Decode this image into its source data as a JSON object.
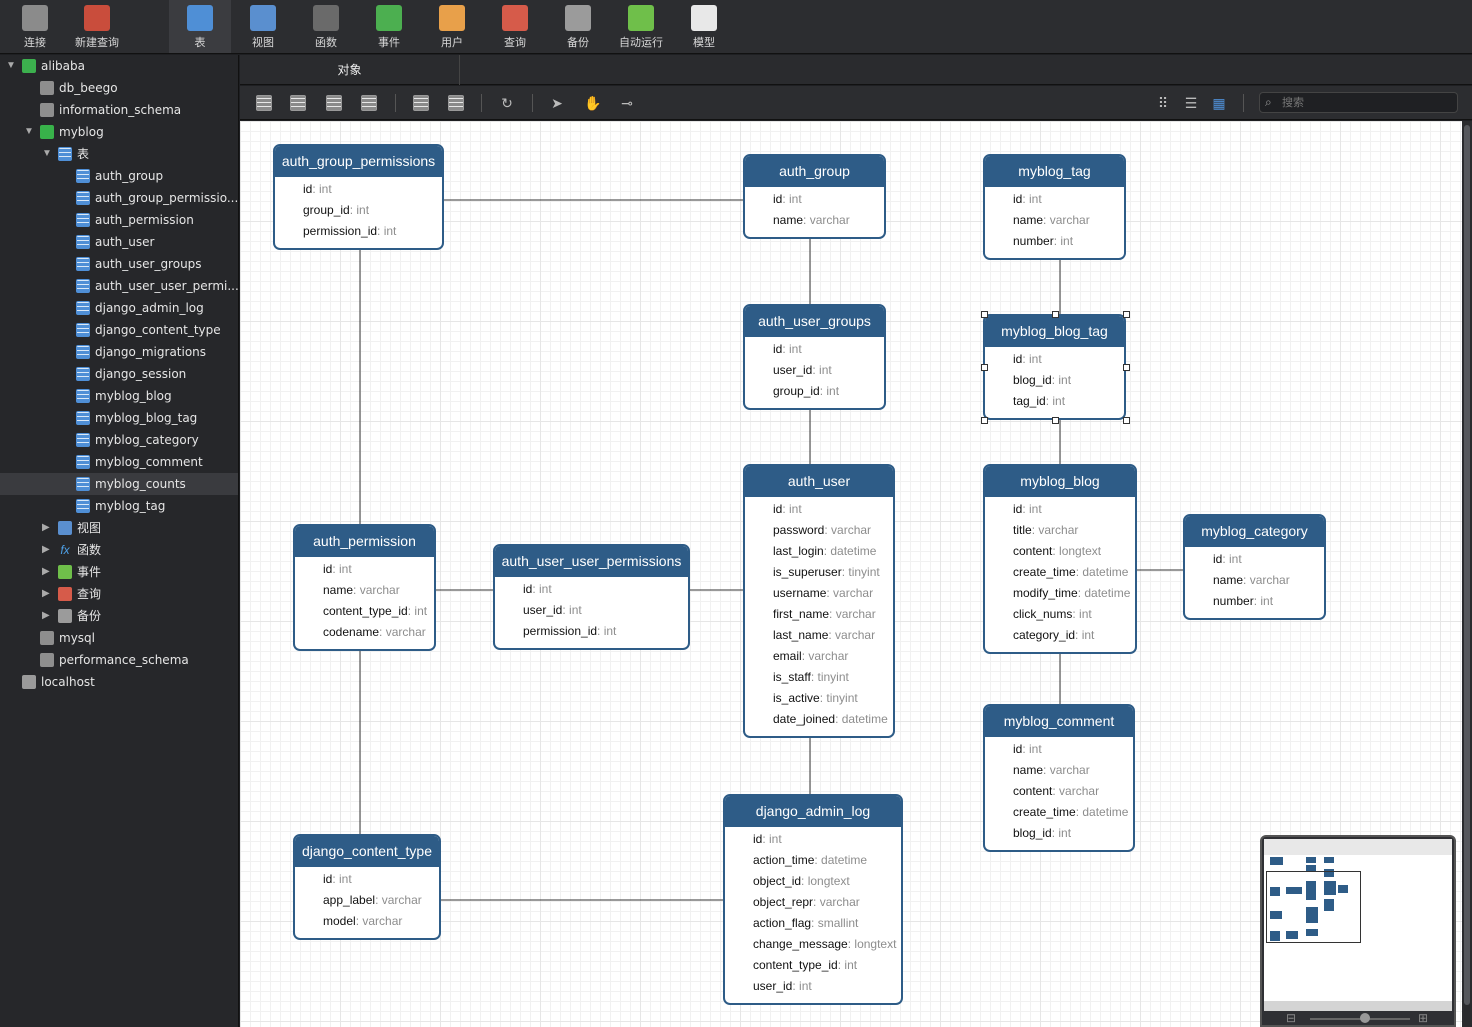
{
  "toolbar": {
    "buttons": [
      {
        "label": "连接",
        "icon": "plug-icon",
        "color": "#8b8b8b"
      },
      {
        "label": "新建查询",
        "icon": "new-query-icon",
        "color": "#c94d3c"
      },
      {
        "label": "表",
        "icon": "table-icon",
        "color": "#4f8fd6",
        "active": true
      },
      {
        "label": "视图",
        "icon": "view-icon",
        "color": "#5a8fcf"
      },
      {
        "label": "函数",
        "icon": "function-icon",
        "color": "#6a6a6a"
      },
      {
        "label": "事件",
        "icon": "clock-icon",
        "color": "#4caf50"
      },
      {
        "label": "用户",
        "icon": "user-icon",
        "color": "#e8a04a"
      },
      {
        "label": "查询",
        "icon": "query-icon",
        "color": "#d65b4a"
      },
      {
        "label": "备份",
        "icon": "backup-icon",
        "color": "#9b9b9b"
      },
      {
        "label": "自动运行",
        "icon": "automation-icon",
        "color": "#6fbf4a"
      },
      {
        "label": "模型",
        "icon": "model-icon",
        "color": "#e8e8e8"
      }
    ]
  },
  "sidebar": {
    "items": [
      {
        "label": "alibaba",
        "icon": "connection-icon",
        "level": 0,
        "arrow": "▼"
      },
      {
        "label": "db_beego",
        "icon": "database-icon",
        "level": 1
      },
      {
        "label": "information_schema",
        "icon": "database-icon",
        "level": 1
      },
      {
        "label": "myblog",
        "icon": "database-open-icon",
        "level": 1,
        "arrow": "▼"
      },
      {
        "label": "表",
        "icon": "tables-folder-icon",
        "level": 2,
        "arrow": "▼"
      },
      {
        "label": "auth_group",
        "icon": "table-icon",
        "level": 3
      },
      {
        "label": "auth_group_permissio...",
        "icon": "table-icon",
        "level": 3
      },
      {
        "label": "auth_permission",
        "icon": "table-icon",
        "level": 3
      },
      {
        "label": "auth_user",
        "icon": "table-icon",
        "level": 3
      },
      {
        "label": "auth_user_groups",
        "icon": "table-icon",
        "level": 3
      },
      {
        "label": "auth_user_user_permi...",
        "icon": "table-icon",
        "level": 3
      },
      {
        "label": "django_admin_log",
        "icon": "table-icon",
        "level": 3
      },
      {
        "label": "django_content_type",
        "icon": "table-icon",
        "level": 3
      },
      {
        "label": "django_migrations",
        "icon": "table-icon",
        "level": 3
      },
      {
        "label": "django_session",
        "icon": "table-icon",
        "level": 3
      },
      {
        "label": "myblog_blog",
        "icon": "table-icon",
        "level": 3
      },
      {
        "label": "myblog_blog_tag",
        "icon": "table-icon",
        "level": 3
      },
      {
        "label": "myblog_category",
        "icon": "table-icon",
        "level": 3
      },
      {
        "label": "myblog_comment",
        "icon": "table-icon",
        "level": 3
      },
      {
        "label": "myblog_counts",
        "icon": "table-icon",
        "level": 3,
        "selected": true
      },
      {
        "label": "myblog_tag",
        "icon": "table-icon",
        "level": 3
      },
      {
        "label": "视图",
        "icon": "views-folder-icon",
        "level": 2,
        "arrow": "▶"
      },
      {
        "label": "函数",
        "icon": "functions-folder-icon",
        "level": 2,
        "arrow": "▶"
      },
      {
        "label": "事件",
        "icon": "events-folder-icon",
        "level": 2,
        "arrow": "▶"
      },
      {
        "label": "查询",
        "icon": "queries-folder-icon",
        "level": 2,
        "arrow": "▶"
      },
      {
        "label": "备份",
        "icon": "backups-folder-icon",
        "level": 2,
        "arrow": "▶"
      },
      {
        "label": "mysql",
        "icon": "database-icon",
        "level": 1
      },
      {
        "label": "performance_schema",
        "icon": "database-icon",
        "level": 1
      },
      {
        "label": "localhost",
        "icon": "connection-inactive-icon",
        "level": 0
      }
    ]
  },
  "tabs": {
    "objects": "对象"
  },
  "search": {
    "placeholder": "搜索"
  },
  "entities": [
    {
      "id": "auth_group_permissions",
      "title": "auth_group_permissions",
      "fields": [
        [
          "id",
          "int"
        ],
        [
          "group_id",
          "int"
        ],
        [
          "permission_id",
          "int"
        ]
      ]
    },
    {
      "id": "auth_group",
      "title": "auth_group",
      "fields": [
        [
          "id",
          "int"
        ],
        [
          "name",
          "varchar"
        ]
      ]
    },
    {
      "id": "myblog_tag",
      "title": "myblog_tag",
      "fields": [
        [
          "id",
          "int"
        ],
        [
          "name",
          "varchar"
        ],
        [
          "number",
          "int"
        ]
      ]
    },
    {
      "id": "auth_user_groups",
      "title": "auth_user_groups",
      "fields": [
        [
          "id",
          "int"
        ],
        [
          "user_id",
          "int"
        ],
        [
          "group_id",
          "int"
        ]
      ]
    },
    {
      "id": "myblog_blog_tag",
      "title": "myblog_blog_tag",
      "fields": [
        [
          "id",
          "int"
        ],
        [
          "blog_id",
          "int"
        ],
        [
          "tag_id",
          "int"
        ]
      ]
    },
    {
      "id": "auth_user",
      "title": "auth_user",
      "fields": [
        [
          "id",
          "int"
        ],
        [
          "password",
          "varchar"
        ],
        [
          "last_login",
          "datetime"
        ],
        [
          "is_superuser",
          "tinyint"
        ],
        [
          "username",
          "varchar"
        ],
        [
          "first_name",
          "varchar"
        ],
        [
          "last_name",
          "varchar"
        ],
        [
          "email",
          "varchar"
        ],
        [
          "is_staff",
          "tinyint"
        ],
        [
          "is_active",
          "tinyint"
        ],
        [
          "date_joined",
          "datetime"
        ]
      ]
    },
    {
      "id": "myblog_blog",
      "title": "myblog_blog",
      "fields": [
        [
          "id",
          "int"
        ],
        [
          "title",
          "varchar"
        ],
        [
          "content",
          "longtext"
        ],
        [
          "create_time",
          "datetime"
        ],
        [
          "modify_time",
          "datetime"
        ],
        [
          "click_nums",
          "int"
        ],
        [
          "category_id",
          "int"
        ]
      ]
    },
    {
      "id": "myblog_category",
      "title": "myblog_category",
      "fields": [
        [
          "id",
          "int"
        ],
        [
          "name",
          "varchar"
        ],
        [
          "number",
          "int"
        ]
      ]
    },
    {
      "id": "auth_permission",
      "title": "auth_permission",
      "fields": [
        [
          "id",
          "int"
        ],
        [
          "name",
          "varchar"
        ],
        [
          "content_type_id",
          "int"
        ],
        [
          "codename",
          "varchar"
        ]
      ]
    },
    {
      "id": "auth_user_user_permissions",
      "title": "auth_user_user_permissions",
      "fields": [
        [
          "id",
          "int"
        ],
        [
          "user_id",
          "int"
        ],
        [
          "permission_id",
          "int"
        ]
      ]
    },
    {
      "id": "myblog_comment",
      "title": "myblog_comment",
      "fields": [
        [
          "id",
          "int"
        ],
        [
          "name",
          "varchar"
        ],
        [
          "content",
          "varchar"
        ],
        [
          "create_time",
          "datetime"
        ],
        [
          "blog_id",
          "int"
        ]
      ]
    },
    {
      "id": "django_admin_log",
      "title": "django_admin_log",
      "fields": [
        [
          "id",
          "int"
        ],
        [
          "action_time",
          "datetime"
        ],
        [
          "object_id",
          "longtext"
        ],
        [
          "object_repr",
          "varchar"
        ],
        [
          "action_flag",
          "smallint"
        ],
        [
          "change_message",
          "longtext"
        ],
        [
          "content_type_id",
          "int"
        ],
        [
          "user_id",
          "int"
        ]
      ]
    },
    {
      "id": "django_content_type",
      "title": "django_content_type",
      "fields": [
        [
          "id",
          "int"
        ],
        [
          "app_label",
          "varchar"
        ],
        [
          "model",
          "varchar"
        ]
      ]
    }
  ],
  "colors": {
    "entity_header": "#2e5c87",
    "type_text": "#8d8d8d",
    "canvas_bg": "#ffffff",
    "chrome_bg": "#2c2d30"
  }
}
